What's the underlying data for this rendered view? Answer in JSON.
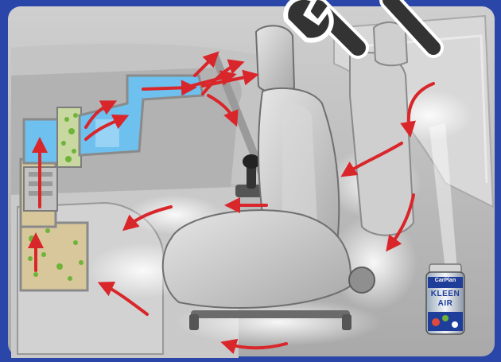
{
  "product": {
    "brand": "CarPlan",
    "name_line1": "KLEEN",
    "name_line2": "AIR"
  },
  "colors": {
    "frame_blue": "#2a46a8",
    "airflow_arrow_red": "#d9262b",
    "clean_duct_blue": "#6ec0ee",
    "dirty_duct_tan": "#d7c79a",
    "bacteria_green": "#6fb33a",
    "interior_grey": "#b9b9b9"
  },
  "icons": [
    "wrench-icon",
    "screwdriver-icon",
    "aerosol-can-icon",
    "spray-mist-icon",
    "airflow-arrow-icon",
    "bacteria-dot-icon"
  ]
}
